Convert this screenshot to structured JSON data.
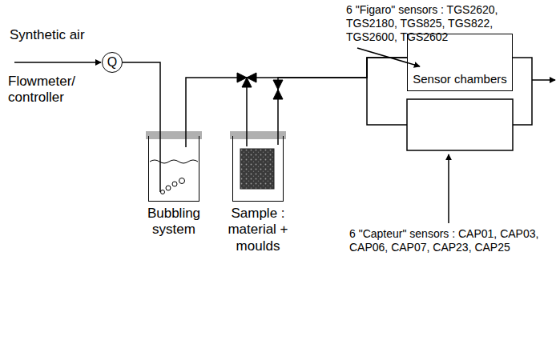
{
  "diagram": {
    "nodes": [
      {
        "text": [
          "Q"
        ]
      },
      {
        "text": [
          "Bubbling system"
        ]
      },
      {
        "text": [
          "Sample : material + moulds"
        ]
      },
      {
        "text": [
          "Sensor chambers"
        ]
      }
    ],
    "edges": [
      {
        "from": 0,
        "to": 1,
        "arrow": "none"
      },
      {
        "from": 1,
        "to": 3,
        "arrow": "none"
      },
      {
        "from": 2,
        "to": 3,
        "arrow": "none"
      }
    ],
    "labels": [
      "Synthetic air",
      "Flowmeter/ controller",
      "6 \"Figaro\" sensors : TGS2620, TGS2180, TGS825, TGS822, TGS2600, TGS2602",
      "6 \"Capteur\" sensors : CAP01, CAP03, CAP06, CAP07, CAP23, CAP25"
    ]
  }
}
